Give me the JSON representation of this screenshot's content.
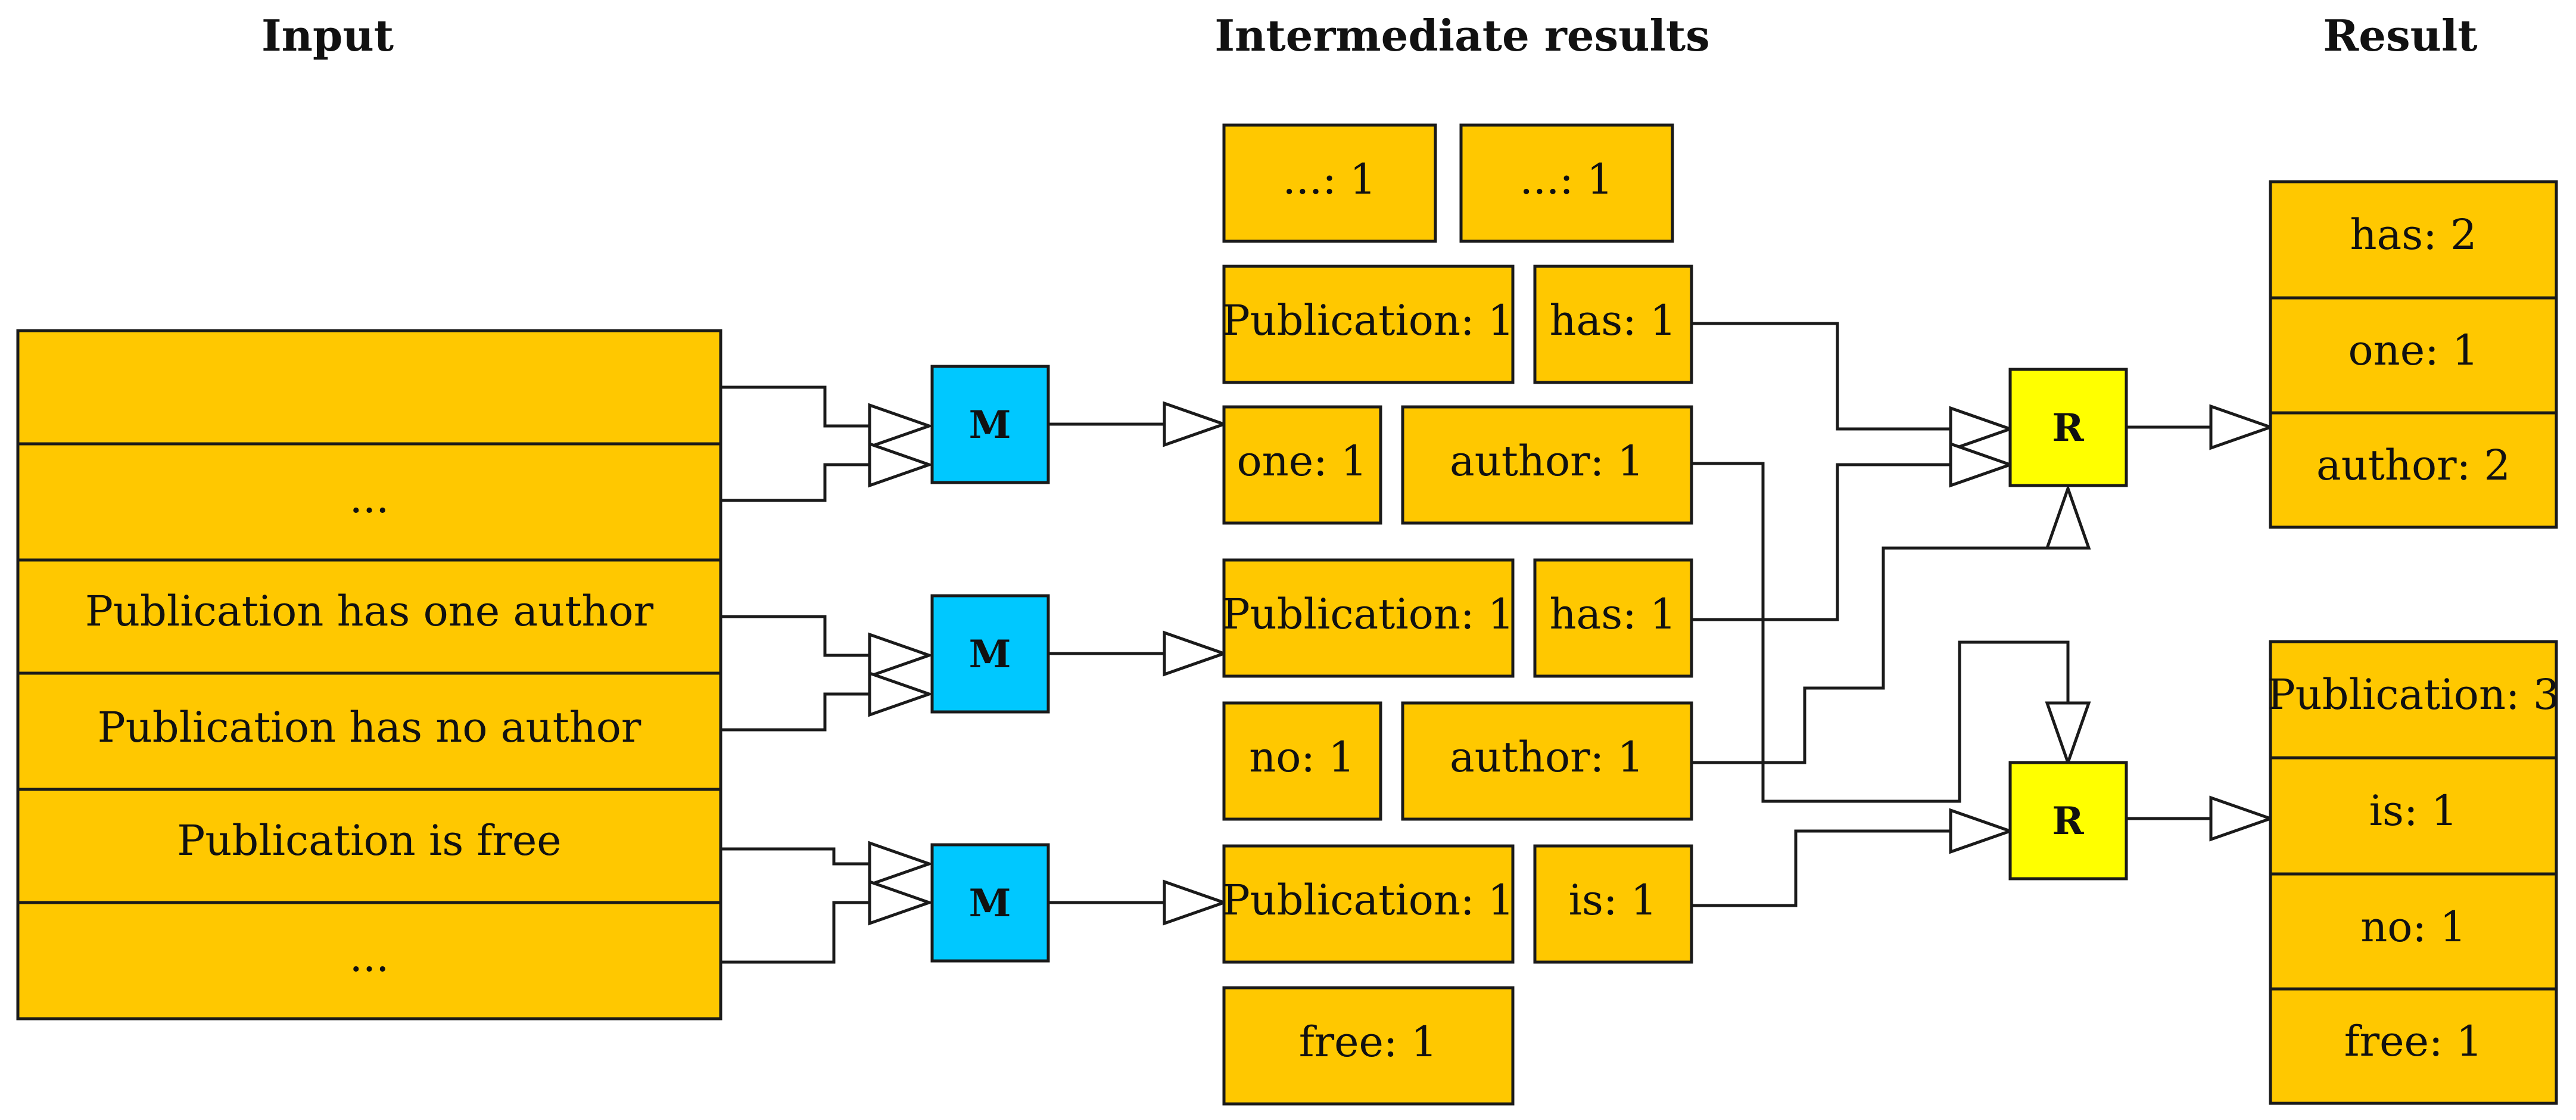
{
  "colors": {
    "cell_fill": "#ffc800",
    "map_fill": "#00c8ff",
    "reduce_fill": "#ffff00",
    "line": "#1a1a1a"
  },
  "headings": {
    "input": "Input",
    "intermediate": "Intermediate results",
    "result": "Result"
  },
  "input_rows": [
    "",
    "...",
    "Publication has one author",
    "Publication has no author",
    "Publication is free",
    "..."
  ],
  "map_nodes": [
    "M",
    "M",
    "M"
  ],
  "intermediate": [
    [
      "...: 1",
      "...: 1"
    ],
    [
      "Publication: 1",
      "has: 1"
    ],
    [
      "one: 1",
      "author: 1"
    ],
    [
      "Publication: 1",
      "has: 1"
    ],
    [
      "no: 1",
      "author: 1"
    ],
    [
      "Publication: 1",
      "is: 1"
    ],
    [
      "free: 1"
    ]
  ],
  "reduce_nodes": [
    "R",
    "R"
  ],
  "results": [
    [
      "has: 2",
      "one: 1",
      "author: 2"
    ],
    [
      "Publication: 3",
      "is: 1",
      "no: 1",
      "free: 1"
    ]
  ]
}
